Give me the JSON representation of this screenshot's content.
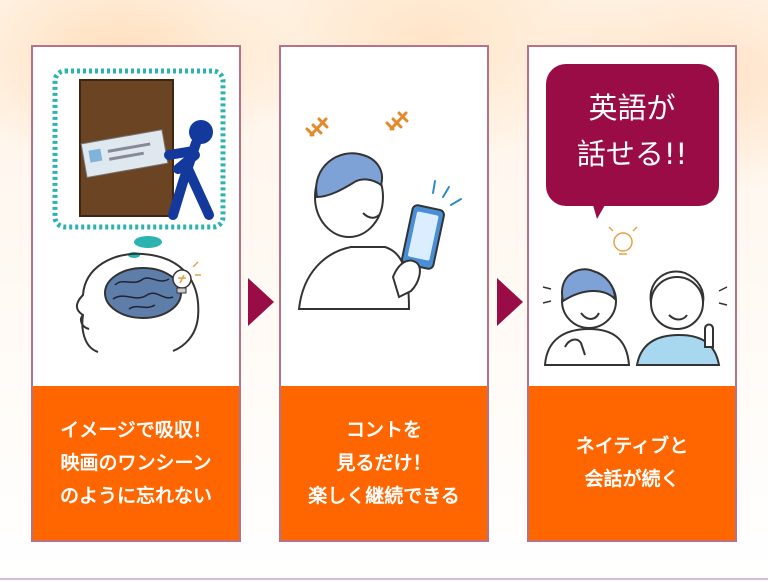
{
  "cards": [
    {
      "caption": [
        "イメージで吸収！",
        "映画のワンシーン",
        "のように忘れない"
      ]
    },
    {
      "caption": [
        "コントを",
        "見るだけ！",
        "楽しく継続できる"
      ]
    },
    {
      "caption": [
        "ネイティブと",
        "会話が続く"
      ]
    }
  ],
  "speech_bubble": {
    "line1": "英語が",
    "line2": "話せる!!"
  },
  "colors": {
    "caption_bg": "#ff6600",
    "accent": "#9a0c45",
    "card_border": "#b77385"
  }
}
